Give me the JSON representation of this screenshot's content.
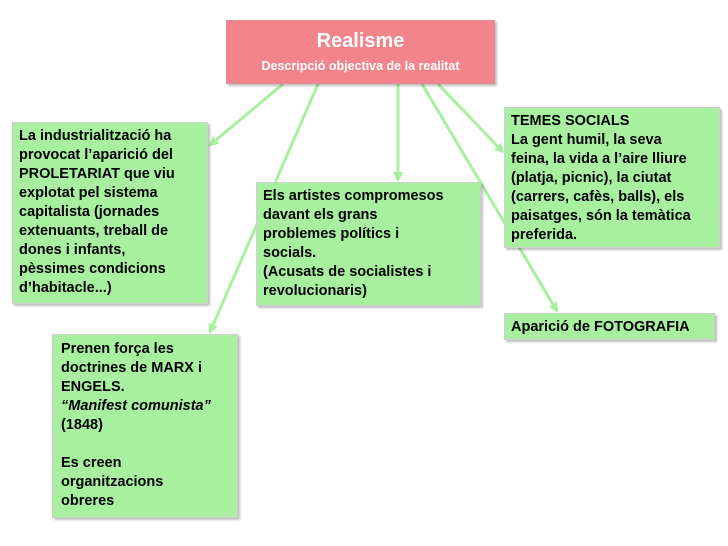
{
  "title": "Realisme",
  "subtitle": "Descripció objectiva de la realitat",
  "industrial": {
    "lines": [
      "La industrialització ha",
      "provocat l’aparició del",
      "PROLETARIAT que viu",
      "explotat pel sistema",
      "capitalista (jornades",
      "extenuants,  treball de",
      "dones i infants,",
      "pèssimes condicions",
      "d’habitacle...)"
    ]
  },
  "artistes": {
    "lines": [
      "Els artistes compromesos",
      "davant els grans",
      "problemes polítics i",
      "socials.",
      "(Acusats de socialistes i",
      "revolucionaris)"
    ]
  },
  "temes": {
    "lines": [
      "TEMES SOCIALS",
      "La gent humil, la seva",
      "feina, la vida a l’aire lliure",
      "(platja, picnic), la ciutat",
      "(carrers, cafès, balls), els",
      "paisatges, són la temàtica",
      "preferida."
    ]
  },
  "fotografia": "Aparició de FOTOGRAFIA",
  "marx": {
    "lines": [
      "Prenen força les",
      "doctrines de MARX i",
      "ENGELS."
    ],
    "manifest": "“Manifest comunista”",
    "year": "(1848)",
    "lines2": [
      "Es creen",
      "organitzacions",
      "obreres"
    ]
  },
  "colors": {
    "title_bg": "#f3848c",
    "box_bg": "#a8f0a0",
    "arrow": "#a8f0a0"
  }
}
